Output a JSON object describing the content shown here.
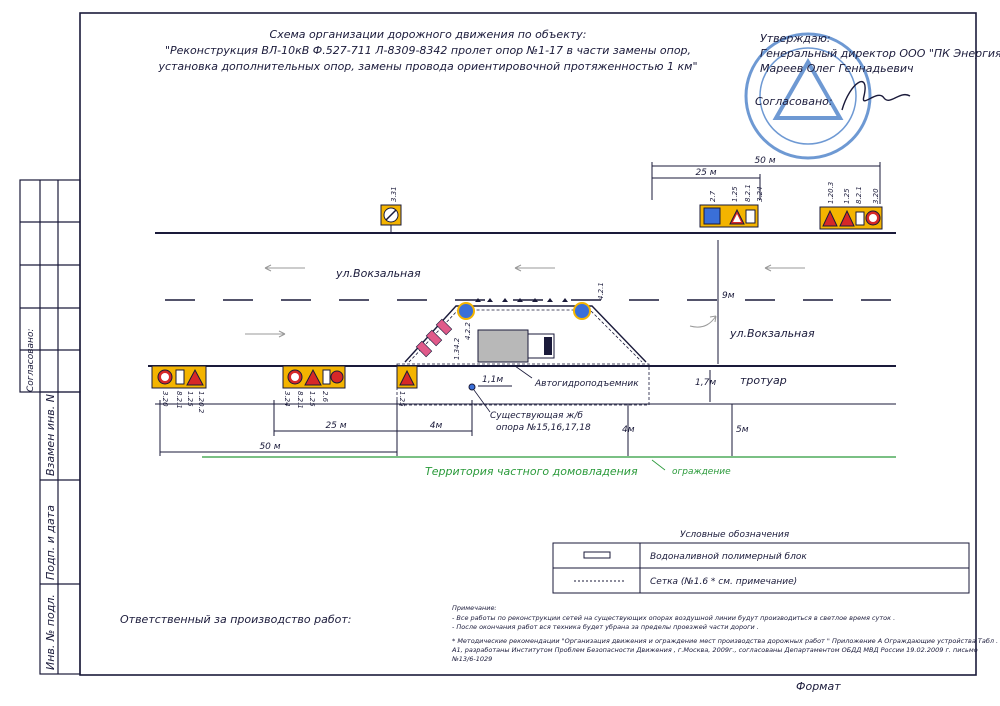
{
  "header": {
    "line1": "Схема организации дорожного движения по объекту:",
    "line2": "\"Реконструкция ВЛ-10кВ Ф.527-711 Л-8309-8342 пролет опор №1-17 в части замены опор,",
    "line3": "установка дополнительных опор, замены провода ориентировочной протяженностью 1 км\""
  },
  "approval": {
    "approved_label": "Утверждаю:",
    "position": "Генеральный директор ООО \"ПК Энергия\"",
    "person": "Мареев Олег Геннадьевич",
    "agreed_label": "Согласовано:"
  },
  "side_stamp": {
    "agreed": "Согласовано:",
    "cells": [
      "Взамен инв. N",
      "Подп. и дата",
      "Инв. № подл."
    ]
  },
  "street": {
    "name_top": "ул.Вокзальная",
    "name_side": "ул.Вокзальная",
    "sidewalk": "тротуар",
    "private_zone": "Территория частного домовладения",
    "fence": "ограждение"
  },
  "dimensions": {
    "d50_top": "50 м",
    "d25_top": "25 м",
    "d9": "9м",
    "d1_7": "1,7м",
    "d1_1": "1,1м",
    "d5": "5м",
    "d4_right": "4м",
    "d25_bottom": "25 м",
    "d4_bottom": "4м",
    "d50_bottom": "50 м"
  },
  "sign_labels": {
    "top_mid": "3.31",
    "top_group1": [
      "2.7",
      "1.25",
      "8.2.1",
      "3.24"
    ],
    "top_group2": [
      "1.20.3",
      "1.25",
      "8.2.1",
      "3.20"
    ],
    "bottom_group1": [
      "1.20.2",
      "1.25",
      "8.2.1",
      "3.20"
    ],
    "bottom_group2": [
      "2.6",
      "1.25",
      "8.2.1",
      "3.24"
    ],
    "bottom_single": "1.25",
    "work_zone_a": "4.2.2",
    "work_zone_b": "1.34.2",
    "work_zone_c": "4.2.1"
  },
  "work_zone": {
    "truck": "Автогидроподъемник",
    "support": "Существующая ж/б",
    "support2": "опора №15,16,17,18"
  },
  "legend": {
    "title": "Условные обозначения",
    "items": [
      {
        "symbol": "block",
        "label": "Водоналивной полимерный блок"
      },
      {
        "symbol": "dashed",
        "label": "Сетка (№1.6 * см. примечание)"
      }
    ]
  },
  "responsible": "Ответственный за производство работ:",
  "notes": {
    "title": "Примечание:",
    "line1": "- Все работы по реконструкции сетей на существующих опорах воздушной линии будут производиться в светлое время суток .",
    "line2": "- После окончания работ вся техника будет убрана за пределы проезжей части дороги .",
    "line3": "* Методические рекомендации \"Организация движения и ограждение мест производства дорожных работ \" Приложение А Ограждающие устройства Табл .",
    "line4": "А1, разработаны Институтом Проблем Безопасности Движения , г.Москва, 2009г., согласованы Департаментом ОБДД МВД России 19.02.2009 г. письмо",
    "line5": "№13/6-1029"
  },
  "format_label": "Формат",
  "colors": {
    "ink": "#1a1a3a",
    "sign_yellow": "#f4b400",
    "sign_red": "#d62828",
    "sign_blue": "#3a6fd8",
    "stamp_blue": "#4a7fc8",
    "fence_green": "#2a9a3a",
    "barrier_pink": "#e05a8a"
  }
}
